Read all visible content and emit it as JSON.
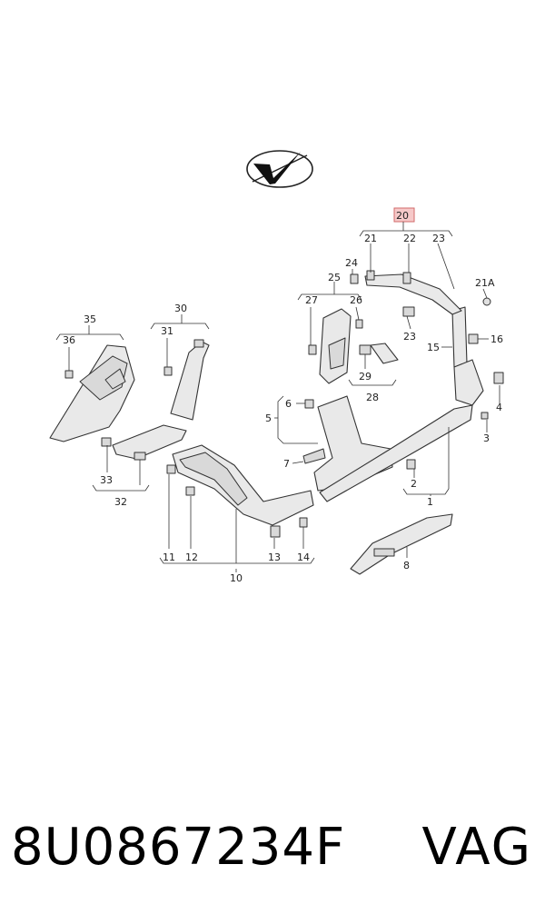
{
  "callouts": {
    "c1": "1",
    "c2": "2",
    "c3": "3",
    "c4": "4",
    "c5": "5",
    "c6": "6",
    "c7": "7",
    "c8": "8",
    "c10": "10",
    "c11": "11",
    "c12": "12",
    "c13": "13",
    "c14": "14",
    "c15": "15",
    "c16": "16",
    "c20": "20",
    "c21": "21",
    "c21a": "21A",
    "c22": "22",
    "c23a": "23",
    "c23b": "23",
    "c24": "24",
    "c25": "25",
    "c26": "26",
    "c27": "27",
    "c28": "28",
    "c29": "29",
    "c30": "30",
    "c31": "31",
    "c32": "32",
    "c33": "33",
    "c35": "35",
    "c36": "36"
  },
  "highlight_color": "#f6c9c9",
  "footer": {
    "part_number": "8U0867234F",
    "brand": "VAG"
  }
}
